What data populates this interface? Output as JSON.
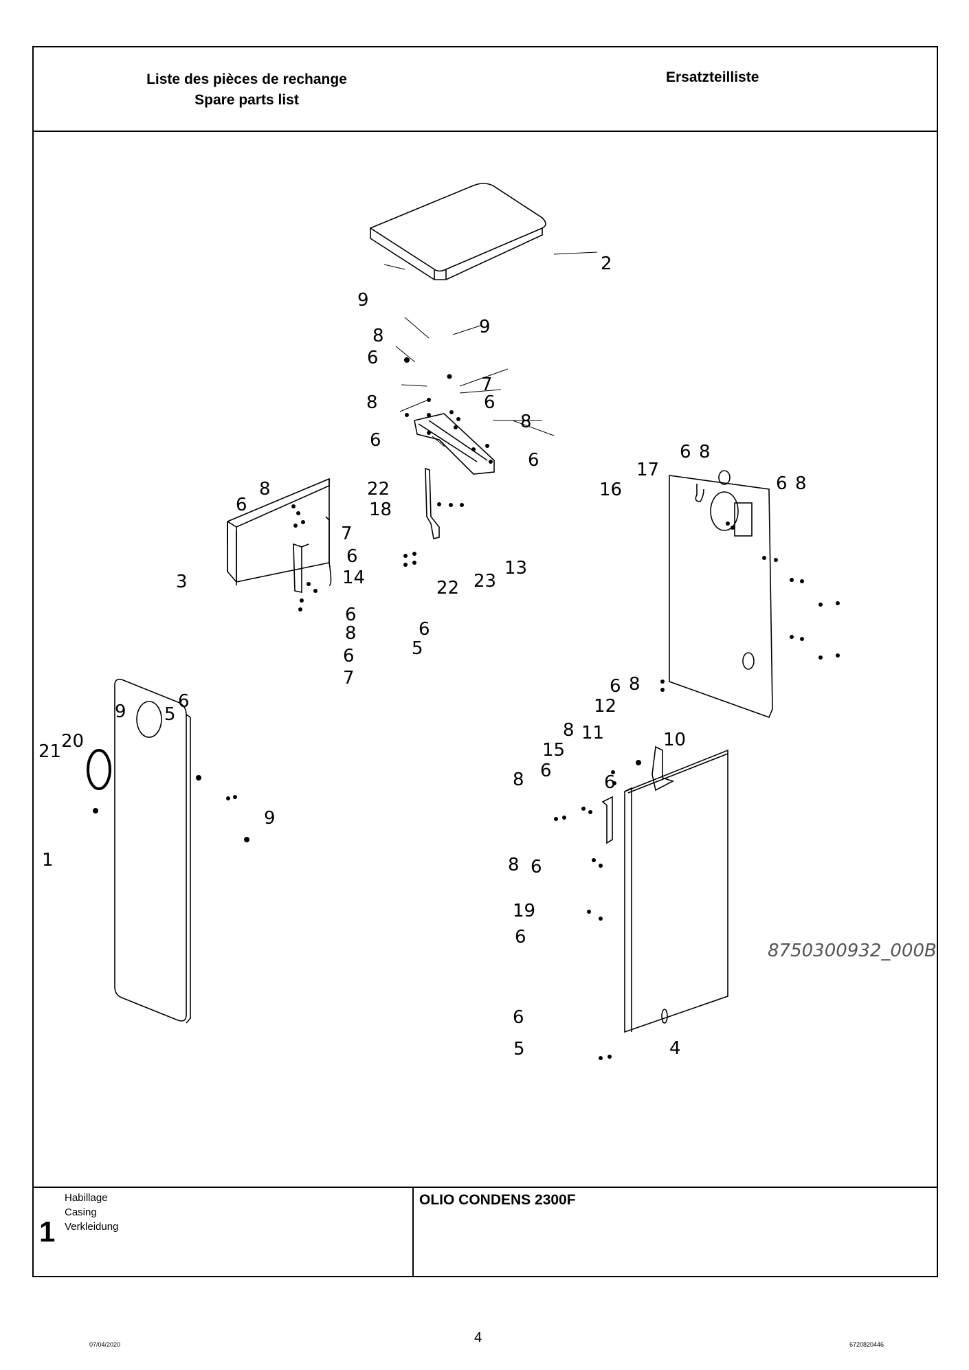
{
  "header": {
    "fr_title": "Liste des pièces de rechange",
    "en_title": "Spare parts list",
    "de_title": "Ersatzteilliste"
  },
  "drawing": {
    "drawing_number": "8750300932_000B",
    "callouts": [
      "2",
      "9",
      "8",
      "9",
      "6",
      "7",
      "8",
      "6",
      "6",
      "8",
      "6",
      "22",
      "8",
      "6",
      "18",
      "16",
      "17",
      "6",
      "8",
      "6",
      "8",
      "7",
      "6",
      "3",
      "14",
      "22",
      "23",
      "13",
      "6",
      "8",
      "6",
      "7",
      "6",
      "5",
      "9",
      "6",
      "5",
      "20",
      "21",
      "9",
      "1",
      "8",
      "6",
      "12",
      "8",
      "11",
      "10",
      "15",
      "6",
      "6",
      "8",
      "8",
      "6",
      "19",
      "6",
      "6",
      "5",
      "4"
    ]
  },
  "footer": {
    "section_number": "1",
    "section_fr": "Habillage",
    "section_en": "Casing",
    "section_de": "Verkleidung",
    "model": "OLIO CONDENS 2300F",
    "date": "07/04/2020",
    "page_number": "4",
    "document_number": "6720820446"
  }
}
